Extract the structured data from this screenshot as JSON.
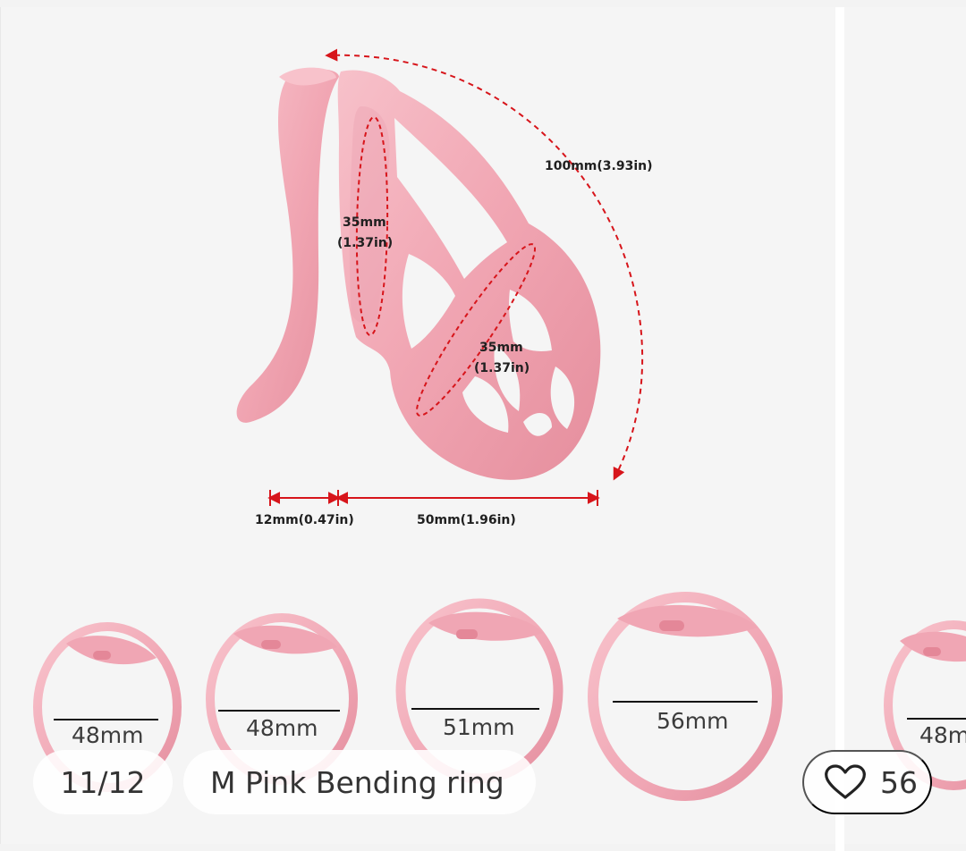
{
  "gallery": {
    "counter": "11/12",
    "product_title": "M Pink Bending ring",
    "like_icon": "heart-outline-icon",
    "like_count": "56"
  },
  "dimensions": {
    "length_curve": "100mm(3.93in)",
    "inner_diameter_top_value": "35mm",
    "inner_diameter_top_inch": "(1.37in)",
    "inner_diameter_mid_value": "35mm",
    "inner_diameter_mid_inch": "(1.37in)",
    "gap_width": "12mm(0.47in)",
    "body_width": "50mm(1.96in)"
  },
  "rings": [
    "48mm",
    "48mm",
    "51mm",
    "56mm"
  ],
  "next_slide_ring": "48m",
  "colors": {
    "product_pink": "#f1a8b6",
    "measure_red": "#d7151b",
    "background": "#f5f5f5"
  }
}
